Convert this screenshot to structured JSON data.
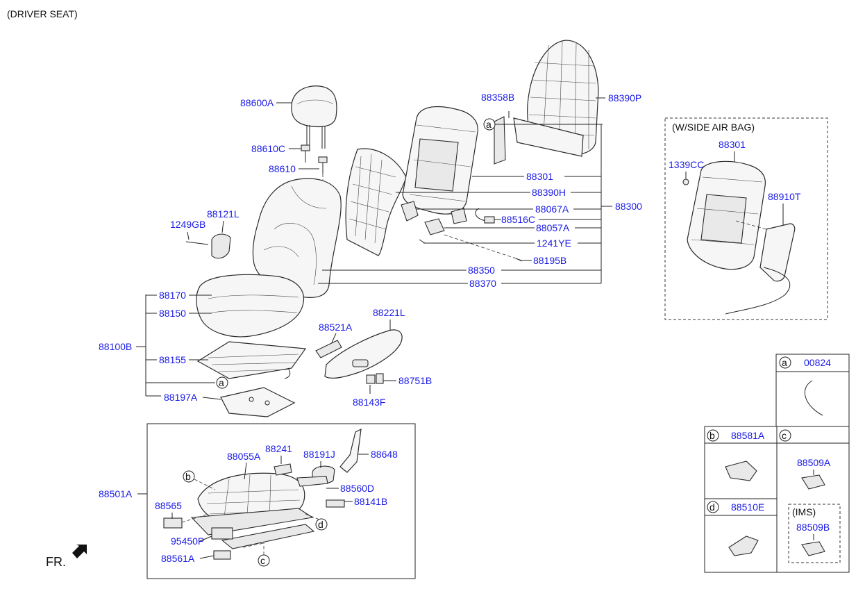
{
  "header": {
    "caption": "(DRIVER SEAT)"
  },
  "parts": {
    "p88600A": "88600A",
    "p88610C": "88610C",
    "p88610": "88610",
    "p88358B": "88358B",
    "p88390P": "88390P",
    "p88301": "88301",
    "p88390H": "88390H",
    "p88067A": "88067A",
    "p88516C": "88516C",
    "p88057A": "88057A",
    "p1241YE": "1241YE",
    "p88195B": "88195B",
    "p88300": "88300",
    "p88350": "88350",
    "p88370": "88370",
    "p1249GB": "1249GB",
    "p88121L": "88121L",
    "p88170": "88170",
    "p88150": "88150",
    "p88100B": "88100B",
    "p88155": "88155",
    "p88197A": "88197A",
    "p88521A": "88521A",
    "p88221L": "88221L",
    "p88751B": "88751B",
    "p88143F": "88143F",
    "p88501A": "88501A",
    "p88055A": "88055A",
    "p88241": "88241",
    "p88191J": "88191J",
    "p88648": "88648",
    "p88560D": "88560D",
    "p88141B": "88141B",
    "p88565": "88565",
    "p95450P": "95450P",
    "p88561A": "88561A"
  },
  "callouts": {
    "a": "a",
    "b": "b",
    "c": "c",
    "d": "d"
  },
  "airbag_box": {
    "title": "(W/SIDE AIR BAG)",
    "p88301": "88301",
    "p1339CC": "1339CC",
    "p88910T": "88910T"
  },
  "legend": {
    "a_letter": "a",
    "a_part": "00824",
    "b_letter": "b",
    "b_part": "88581A",
    "c_letter": "c",
    "c_part": "88509A",
    "d_letter": "d",
    "d_part": "88510E",
    "ims_label": "(IMS)",
    "ims_part": "88509B"
  },
  "front_marker": {
    "label": "FR."
  },
  "colors": {
    "part_label": "#1a1ae6",
    "line": "#222222",
    "text": "#111111"
  }
}
